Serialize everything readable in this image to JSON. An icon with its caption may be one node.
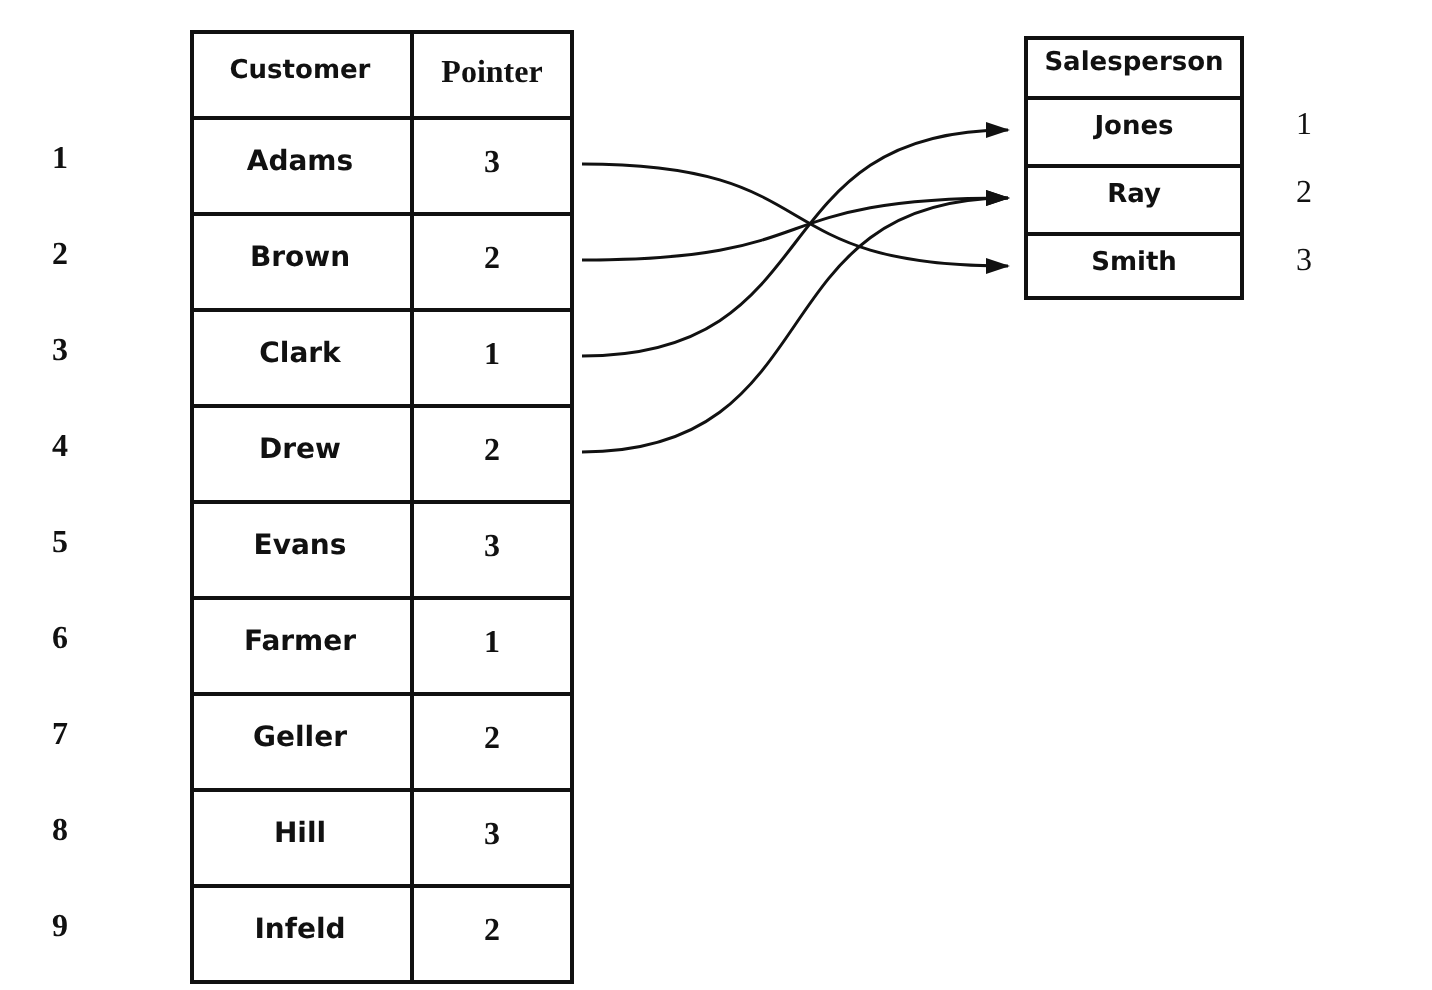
{
  "diagram": {
    "nodes": [
      {
        "text": [
          "Customer",
          "Pointer"
        ]
      },
      {
        "text": [
          "Adams",
          "3"
        ],
        "in": 0,
        "beside": [
          "1"
        ]
      },
      {
        "text": [
          "Brown",
          "2"
        ],
        "in": 0,
        "beside": [
          "2"
        ]
      },
      {
        "text": [
          "Clark",
          "1"
        ],
        "in": 0,
        "beside": [
          "3"
        ]
      },
      {
        "text": [
          "Drew",
          "2"
        ],
        "in": 0,
        "beside": [
          "4"
        ]
      },
      {
        "text": [
          "Evans",
          "3"
        ],
        "in": 0,
        "beside": [
          "5"
        ]
      },
      {
        "text": [
          "Farmer",
          "1"
        ],
        "in": 0,
        "beside": [
          "6"
        ]
      },
      {
        "text": [
          "Geller",
          "2"
        ],
        "in": 0,
        "beside": [
          "7"
        ]
      },
      {
        "text": [
          "Hill",
          "3"
        ],
        "in": 0,
        "beside": [
          "8"
        ]
      },
      {
        "text": [
          "Infeld",
          "2"
        ],
        "in": 0,
        "beside": [
          "9"
        ]
      },
      {
        "text": [
          "Salesperson"
        ]
      },
      {
        "text": [
          "Jones"
        ],
        "in": 10,
        "beside": [
          "1"
        ]
      },
      {
        "text": [
          "Ray"
        ],
        "in": 10,
        "beside": [
          "2"
        ]
      },
      {
        "text": [
          "Smith"
        ],
        "in": 10,
        "beside": [
          "3"
        ]
      }
    ],
    "edges": [
      {
        "from": 1,
        "to": 13,
        "arrow": "to"
      },
      {
        "from": 2,
        "to": 12,
        "arrow": "to"
      },
      {
        "from": 3,
        "to": 11,
        "arrow": "to"
      },
      {
        "from": 4,
        "to": 12,
        "arrow": "to"
      }
    ]
  }
}
